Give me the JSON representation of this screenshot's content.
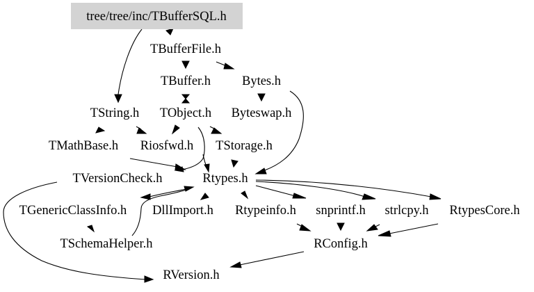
{
  "diagram": {
    "type": "include-dependency-graph",
    "root": "tree/tree/inc/TBufferSQL.h",
    "colors": {
      "root_fill": "#d3d3d3",
      "edge": "#000000",
      "text": "#000000",
      "background": "#ffffff"
    },
    "nodes": [
      {
        "id": "root",
        "label": "tree/tree/inc/TBufferSQL.h",
        "highlighted": true
      },
      {
        "id": "tbufferfile",
        "label": "TBufferFile.h"
      },
      {
        "id": "tbuffer",
        "label": "TBuffer.h"
      },
      {
        "id": "bytes",
        "label": "Bytes.h"
      },
      {
        "id": "tstring",
        "label": "TString.h"
      },
      {
        "id": "tobject",
        "label": "TObject.h"
      },
      {
        "id": "byteswap",
        "label": "Byteswap.h"
      },
      {
        "id": "tmathbase",
        "label": "TMathBase.h"
      },
      {
        "id": "riosfwd",
        "label": "Riosfwd.h"
      },
      {
        "id": "tstorage",
        "label": "TStorage.h"
      },
      {
        "id": "tversioncheck",
        "label": "TVersionCheck.h"
      },
      {
        "id": "rtypes",
        "label": "Rtypes.h"
      },
      {
        "id": "tgenericclassinfo",
        "label": "TGenericClassInfo.h"
      },
      {
        "id": "dllimport",
        "label": "DllImport.h"
      },
      {
        "id": "rtypeinfo",
        "label": "Rtypeinfo.h"
      },
      {
        "id": "snprintf",
        "label": "snprintf.h"
      },
      {
        "id": "strlcpy",
        "label": "strlcpy.h"
      },
      {
        "id": "rtypescore",
        "label": "RtypesCore.h"
      },
      {
        "id": "tschemahelper",
        "label": "TSchemaHelper.h"
      },
      {
        "id": "rconfig",
        "label": "RConfig.h"
      },
      {
        "id": "rversion",
        "label": "RVersion.h"
      }
    ],
    "edges": [
      {
        "from": "root",
        "to": "tbufferfile"
      },
      {
        "from": "root",
        "to": "tstring"
      },
      {
        "from": "tbufferfile",
        "to": "tbuffer"
      },
      {
        "from": "tbufferfile",
        "to": "bytes"
      },
      {
        "from": "tbuffer",
        "to": "tobject"
      },
      {
        "from": "tobject",
        "to": "tbuffer"
      },
      {
        "from": "bytes",
        "to": "byteswap"
      },
      {
        "from": "bytes",
        "to": "rtypes"
      },
      {
        "from": "tstring",
        "to": "tmathbase"
      },
      {
        "from": "tstring",
        "to": "riosfwd"
      },
      {
        "from": "tobject",
        "to": "riosfwd"
      },
      {
        "from": "tobject",
        "to": "tstorage"
      },
      {
        "from": "tobject",
        "to": "rtypes"
      },
      {
        "from": "tobject",
        "to": "tversioncheck"
      },
      {
        "from": "tmathbase",
        "to": "rtypes"
      },
      {
        "from": "tstorage",
        "to": "rtypes"
      },
      {
        "from": "tversioncheck",
        "to": "rversion"
      },
      {
        "from": "rtypes",
        "to": "dllimport"
      },
      {
        "from": "rtypes",
        "to": "rtypeinfo"
      },
      {
        "from": "rtypes",
        "to": "snprintf"
      },
      {
        "from": "rtypes",
        "to": "strlcpy"
      },
      {
        "from": "rtypes",
        "to": "rtypescore"
      },
      {
        "from": "rtypes",
        "to": "tgenericclassinfo"
      },
      {
        "from": "tgenericclassinfo",
        "to": "tschemahelper"
      },
      {
        "from": "tschemahelper",
        "to": "rtypes"
      },
      {
        "from": "rtypeinfo",
        "to": "rconfig"
      },
      {
        "from": "snprintf",
        "to": "rconfig"
      },
      {
        "from": "strlcpy",
        "to": "rconfig"
      },
      {
        "from": "rtypescore",
        "to": "rconfig"
      },
      {
        "from": "rconfig",
        "to": "rversion"
      }
    ]
  }
}
